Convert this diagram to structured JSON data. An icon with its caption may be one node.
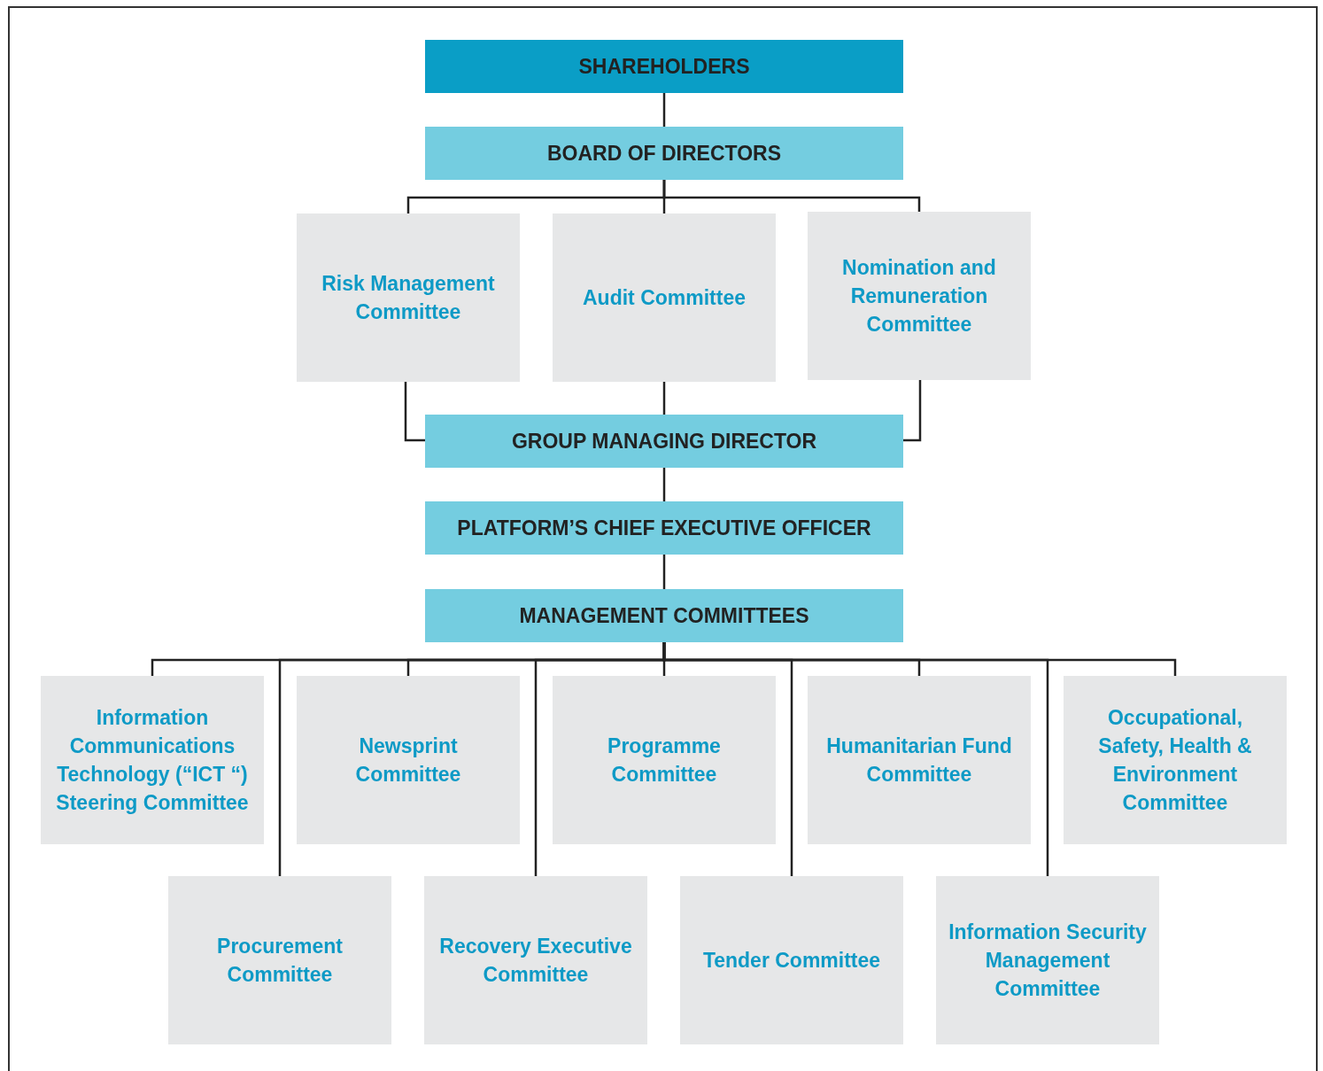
{
  "diagram": {
    "nodes": [
      {
        "text": [
          "SHAREHOLDERS"
        ]
      },
      {
        "text": [
          "BOARD OF DIRECTORS"
        ]
      },
      {
        "text": [
          "Risk Management Committee"
        ]
      },
      {
        "text": [
          "Audit Committee"
        ]
      },
      {
        "text": [
          "Nomination and Remuneration Committee"
        ]
      },
      {
        "text": [
          "GROUP MANAGING DIRECTOR"
        ]
      },
      {
        "text": [
          "PLATFORM’S CHIEF EXECUTIVE OFFICER"
        ]
      },
      {
        "text": [
          "MANAGEMENT COMMITTEES"
        ]
      },
      {
        "text": [
          "Information Communications Technology (“ICT “) Steering Committee"
        ]
      },
      {
        "text": [
          "Newsprint Committee"
        ]
      },
      {
        "text": [
          "Programme Committee"
        ]
      },
      {
        "text": [
          "Humanitarian Fund Committee"
        ]
      },
      {
        "text": [
          "Occupational, Safety, Health & Environment Committee"
        ]
      },
      {
        "text": [
          "Procurement Committee"
        ]
      },
      {
        "text": [
          "Recovery Executive Committee"
        ]
      },
      {
        "text": [
          "Tender Committee"
        ]
      },
      {
        "text": [
          "Information Security Management Committee"
        ]
      }
    ],
    "edges": [
      {
        "from": 0,
        "to": 1,
        "arrow": "none"
      },
      {
        "from": 1,
        "to": 2,
        "arrow": "none"
      },
      {
        "from": 1,
        "to": 3,
        "arrow": "none"
      },
      {
        "from": 1,
        "to": 4,
        "arrow": "none"
      },
      {
        "from": 2,
        "to": 5,
        "arrow": "none"
      },
      {
        "from": 3,
        "to": 5,
        "arrow": "none"
      },
      {
        "from": 4,
        "to": 5,
        "arrow": "none"
      },
      {
        "from": 5,
        "to": 6,
        "arrow": "none"
      },
      {
        "from": 6,
        "to": 7,
        "arrow": "none"
      },
      {
        "from": 7,
        "to": 8,
        "arrow": "none"
      },
      {
        "from": 7,
        "to": 9,
        "arrow": "none"
      },
      {
        "from": 7,
        "to": 10,
        "arrow": "none"
      },
      {
        "from": 7,
        "to": 11,
        "arrow": "none"
      },
      {
        "from": 7,
        "to": 12,
        "arrow": "none"
      },
      {
        "from": 7,
        "to": 13,
        "arrow": "none"
      },
      {
        "from": 7,
        "to": 14,
        "arrow": "none"
      },
      {
        "from": 7,
        "to": 15,
        "arrow": "none"
      },
      {
        "from": 7,
        "to": 16,
        "arrow": "none"
      }
    ]
  }
}
